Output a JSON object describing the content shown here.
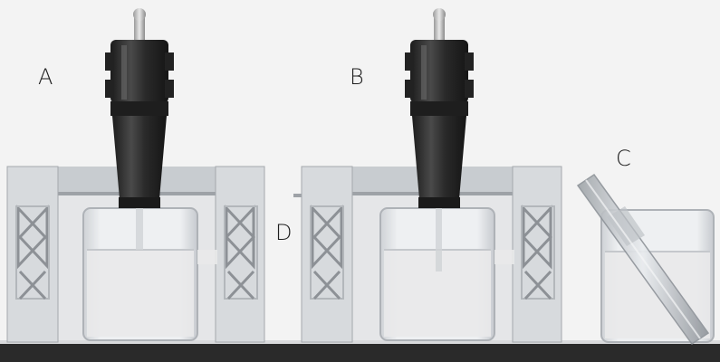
{
  "labels": {
    "a": "A",
    "b": "B",
    "c": "C",
    "d": "D"
  },
  "colors": {
    "background": "#f3f3f3",
    "base_rail": "#2a2a2a",
    "frame": "#c9ccd0",
    "probe_body": "#2b2b2b",
    "beaker_glass": "#d8dbdf",
    "liquid": "#e6e6e6"
  }
}
